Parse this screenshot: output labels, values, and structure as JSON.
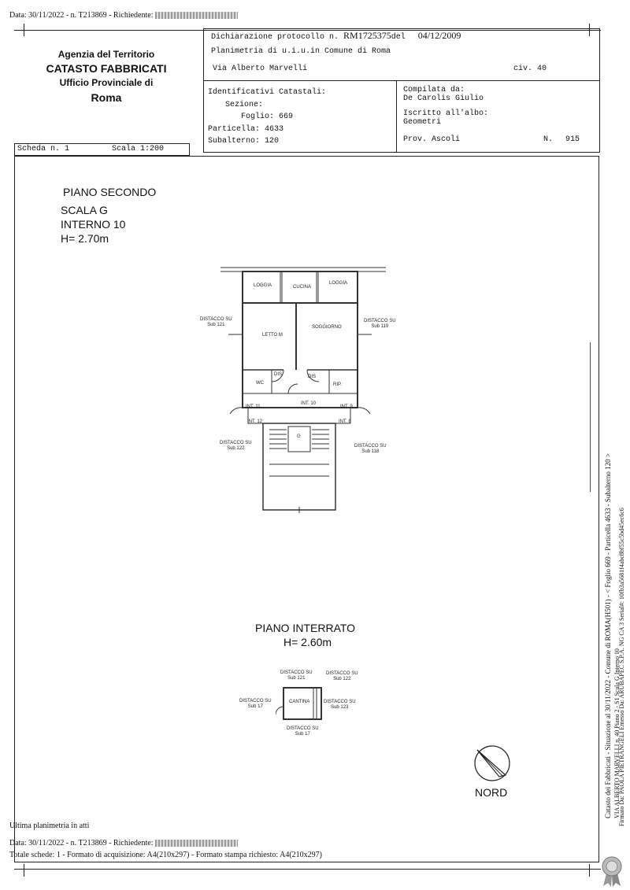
{
  "top_header": {
    "prefix": "Data: 30/11/2022 - n. T213869 - Richiedente:"
  },
  "agency": {
    "line1": "Agenzia del Territorio",
    "line2": "CATASTO FABBRICATI",
    "line3": "Ufficio Provinciale di",
    "line4": "Roma"
  },
  "declaration": {
    "label": "Dichiarazione protocollo n.",
    "number": "RM1725375",
    "date_label": "del",
    "date": "04/12/2009"
  },
  "planimetria": "Planimetria di u.i.u.in Comune di Roma",
  "address": {
    "street": "Via Alberto Marvelli",
    "civ_label": "civ.",
    "civ": "40"
  },
  "identificativi": {
    "title": "Identificativi Catastali:",
    "sezione_label": "Sezione:",
    "sezione": "",
    "foglio_label": "Foglio:",
    "foglio": "669",
    "particella_label": "Particella:",
    "particella": "4633",
    "subalterno_label": "Subalterno:",
    "subalterno": "120"
  },
  "compilata": {
    "label": "Compilata da:",
    "name": "De Carolis Giulio",
    "albo_label": "Iscritto all'albo:",
    "albo": "Geometri",
    "prov_label": "Prov.",
    "prov": "Ascoli",
    "n_label": "N.",
    "n": "915"
  },
  "scheda": {
    "label": "Scheda n. 1",
    "scala": "Scala 1:200"
  },
  "piano_secondo": {
    "title": "PIANO SECONDO",
    "scala": "SCALA G",
    "interno": "INTERNO 10",
    "h": "H= 2.70m"
  },
  "plan_labels": {
    "loggia_left": "LOGGIA",
    "cucina": "CUCINA",
    "loggia_right": "LOGGIA",
    "letto": "LETTO M",
    "soggiorno": "SOGGIORNO",
    "dis1": "DIS",
    "dis2": "DIS",
    "wc": "WC",
    "rip": "RIP.",
    "int11": "INT. 11",
    "int10": "INT. 10",
    "int9": "INT. 9",
    "int12": "INT. 12",
    "int8": "INT. 8",
    "g": "G",
    "dist121": "DISTACCO SU\nSub 121",
    "dist119": "DISTACCO SU\nSub 119",
    "dist122": "DISTACCO SU\nSub 122",
    "dist118": "DISTACCO SU\nSub 118"
  },
  "piano_interrato": {
    "title": "PIANO INTERRATO",
    "h": "H= 2.60m",
    "cantina": "CANTINA",
    "d_top1": "DISTACCO SU\nSub 121",
    "d_top2": "DISTACCO SU\nSub 122",
    "d_left": "DISTACCO SU\nSub 17",
    "d_right": "DISTACCO SU\nSub 123",
    "d_bottom": "DISTACCO SU\nSub 17"
  },
  "nord": "NORD",
  "side_text": {
    "line1": "Catasto dei Fabbricati - Situazione al 30/11/2022 - Comune di ROMA(H501) - < Foglio 669 - Particella 4633 - Subalterno 120 >",
    "line2": "VIA ALBERTO MARVELLI n. 40 Piano 2 - S1 Scala G Interno 10",
    "stamp": "Firmato Da: PAOLA PIETRANGELI Emesso Da: ARUBAPEC S.P.A. NG CA 3 Serial#: 10fb3a5681f4abc8bf55c5bd45ec6c6"
  },
  "footer": {
    "ultima": "Ultima planimetria in atti",
    "data_prefix": "Data: 30/11/2022 - n. T213869 - Richiedente:",
    "totale": "Totale schede: 1 - Formato di acquisizione: A4(210x297)  - Formato stampa richiesto: A4(210x297)"
  }
}
